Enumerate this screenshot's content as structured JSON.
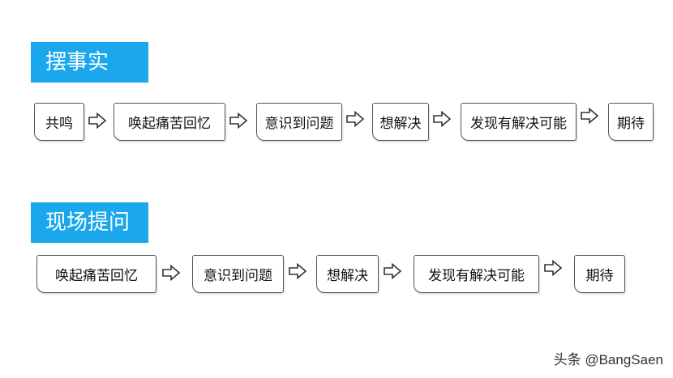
{
  "sections": [
    {
      "title": "摆事实",
      "steps": [
        "共鸣",
        "唤起痛苦回忆",
        "意识到问题",
        "想解决",
        "发现有解决可能",
        "期待"
      ]
    },
    {
      "title": "现场提问",
      "steps": [
        "唤起痛苦回忆",
        "意识到问题",
        "想解决",
        "发现有解决可能",
        "期待"
      ]
    }
  ],
  "watermark": "头条 @BangSaen",
  "colors": {
    "tag_bg": "#1aa7ec",
    "tag_text": "#ffffff",
    "border": "#555555"
  },
  "icons": {
    "connector": "hollow-right-arrow-icon"
  }
}
